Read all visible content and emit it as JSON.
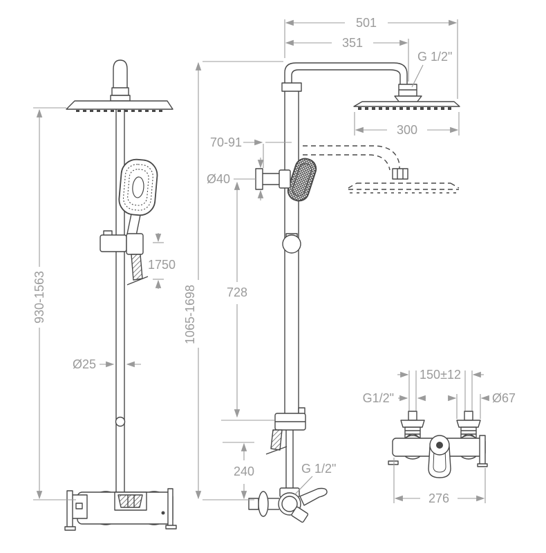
{
  "page": {
    "background": "#ffffff"
  },
  "drawing": {
    "type": "technical-dimension-drawing",
    "subject": "shower column with rain head, hand shower and wall bath-shower mixer",
    "colors": {
      "part_line": "#474747",
      "dimension_line": "#9b9b9b",
      "background": "#ffffff"
    },
    "front_view": {
      "height_range": "930-1563",
      "hose_length": "1750",
      "pipe_diameter": "Ø25"
    },
    "side_view": {
      "overall_depth": "501",
      "arm_depth": "351",
      "head_connection_thread": "G 1/2\"",
      "head_width": "300",
      "wall_clearance_range": "70-91",
      "bracket_diameter": "Ø40",
      "height_range": "1065-1698",
      "upper_column_length": "728",
      "lower_outlet_length": "240",
      "outlet_connection_thread": "G 1/2\""
    },
    "mixer_view": {
      "inlet_centre_distance": "150±12",
      "inlet_thread": "G1/2\"",
      "escutcheon_diameter": "Ø67",
      "body_width": "276"
    }
  }
}
